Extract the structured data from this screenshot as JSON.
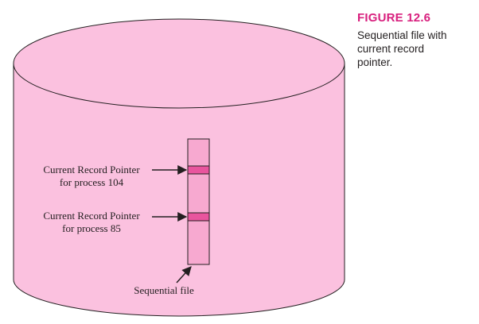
{
  "figure": {
    "number": "FIGURE 12.6",
    "caption_lines": [
      "Sequential file with",
      "current record",
      "pointer."
    ]
  },
  "pointers": [
    {
      "line1": "Current Record Pointer",
      "line2": "for process 104"
    },
    {
      "line1": "Current Record Pointer",
      "line2": "for process 85"
    }
  ],
  "file_label": "Sequential file",
  "colors": {
    "cylinder_fill": "#fbc1df",
    "record_highlight": "#e9559e",
    "file_fill": "#f7a9d0",
    "stroke": "#231f20",
    "title": "#d8207e"
  }
}
